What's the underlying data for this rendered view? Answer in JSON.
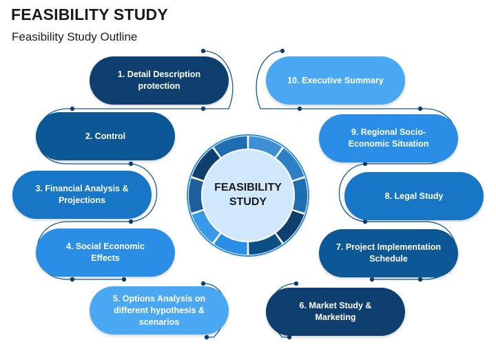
{
  "header": {
    "title": "FEASIBILITY STUDY",
    "subtitle": "Feasibility Study Outline"
  },
  "center": {
    "line1": "FEASIBILITY",
    "line2": "STUDY"
  },
  "steps": [
    {
      "label": "1. Detail Description protection",
      "color": "#0e3f6e"
    },
    {
      "label": "2. Control",
      "color": "#0c5796"
    },
    {
      "label": "3. Financial Analysis & Projections",
      "color": "#1776c6"
    },
    {
      "label": "4. Social Economic Effects",
      "color": "#2b8ee6"
    },
    {
      "label": "5. Options Analysis on different hypothesis & scenarios",
      "color": "#4aa8f2"
    },
    {
      "label": "6. Market Study & Marketing",
      "color": "#0e3f6e"
    },
    {
      "label": "7. Project Implementation Schedule",
      "color": "#0c5796"
    },
    {
      "label": "8. Legal Study",
      "color": "#1776c6"
    },
    {
      "label": "9. Regional Socio-Economic Situation",
      "color": "#2b8ee6"
    },
    {
      "label": "10. Executive Summary",
      "color": "#4aa8f2"
    }
  ],
  "colors": {
    "connector": "#0c5796",
    "center_fill": "#cfe8fb"
  }
}
